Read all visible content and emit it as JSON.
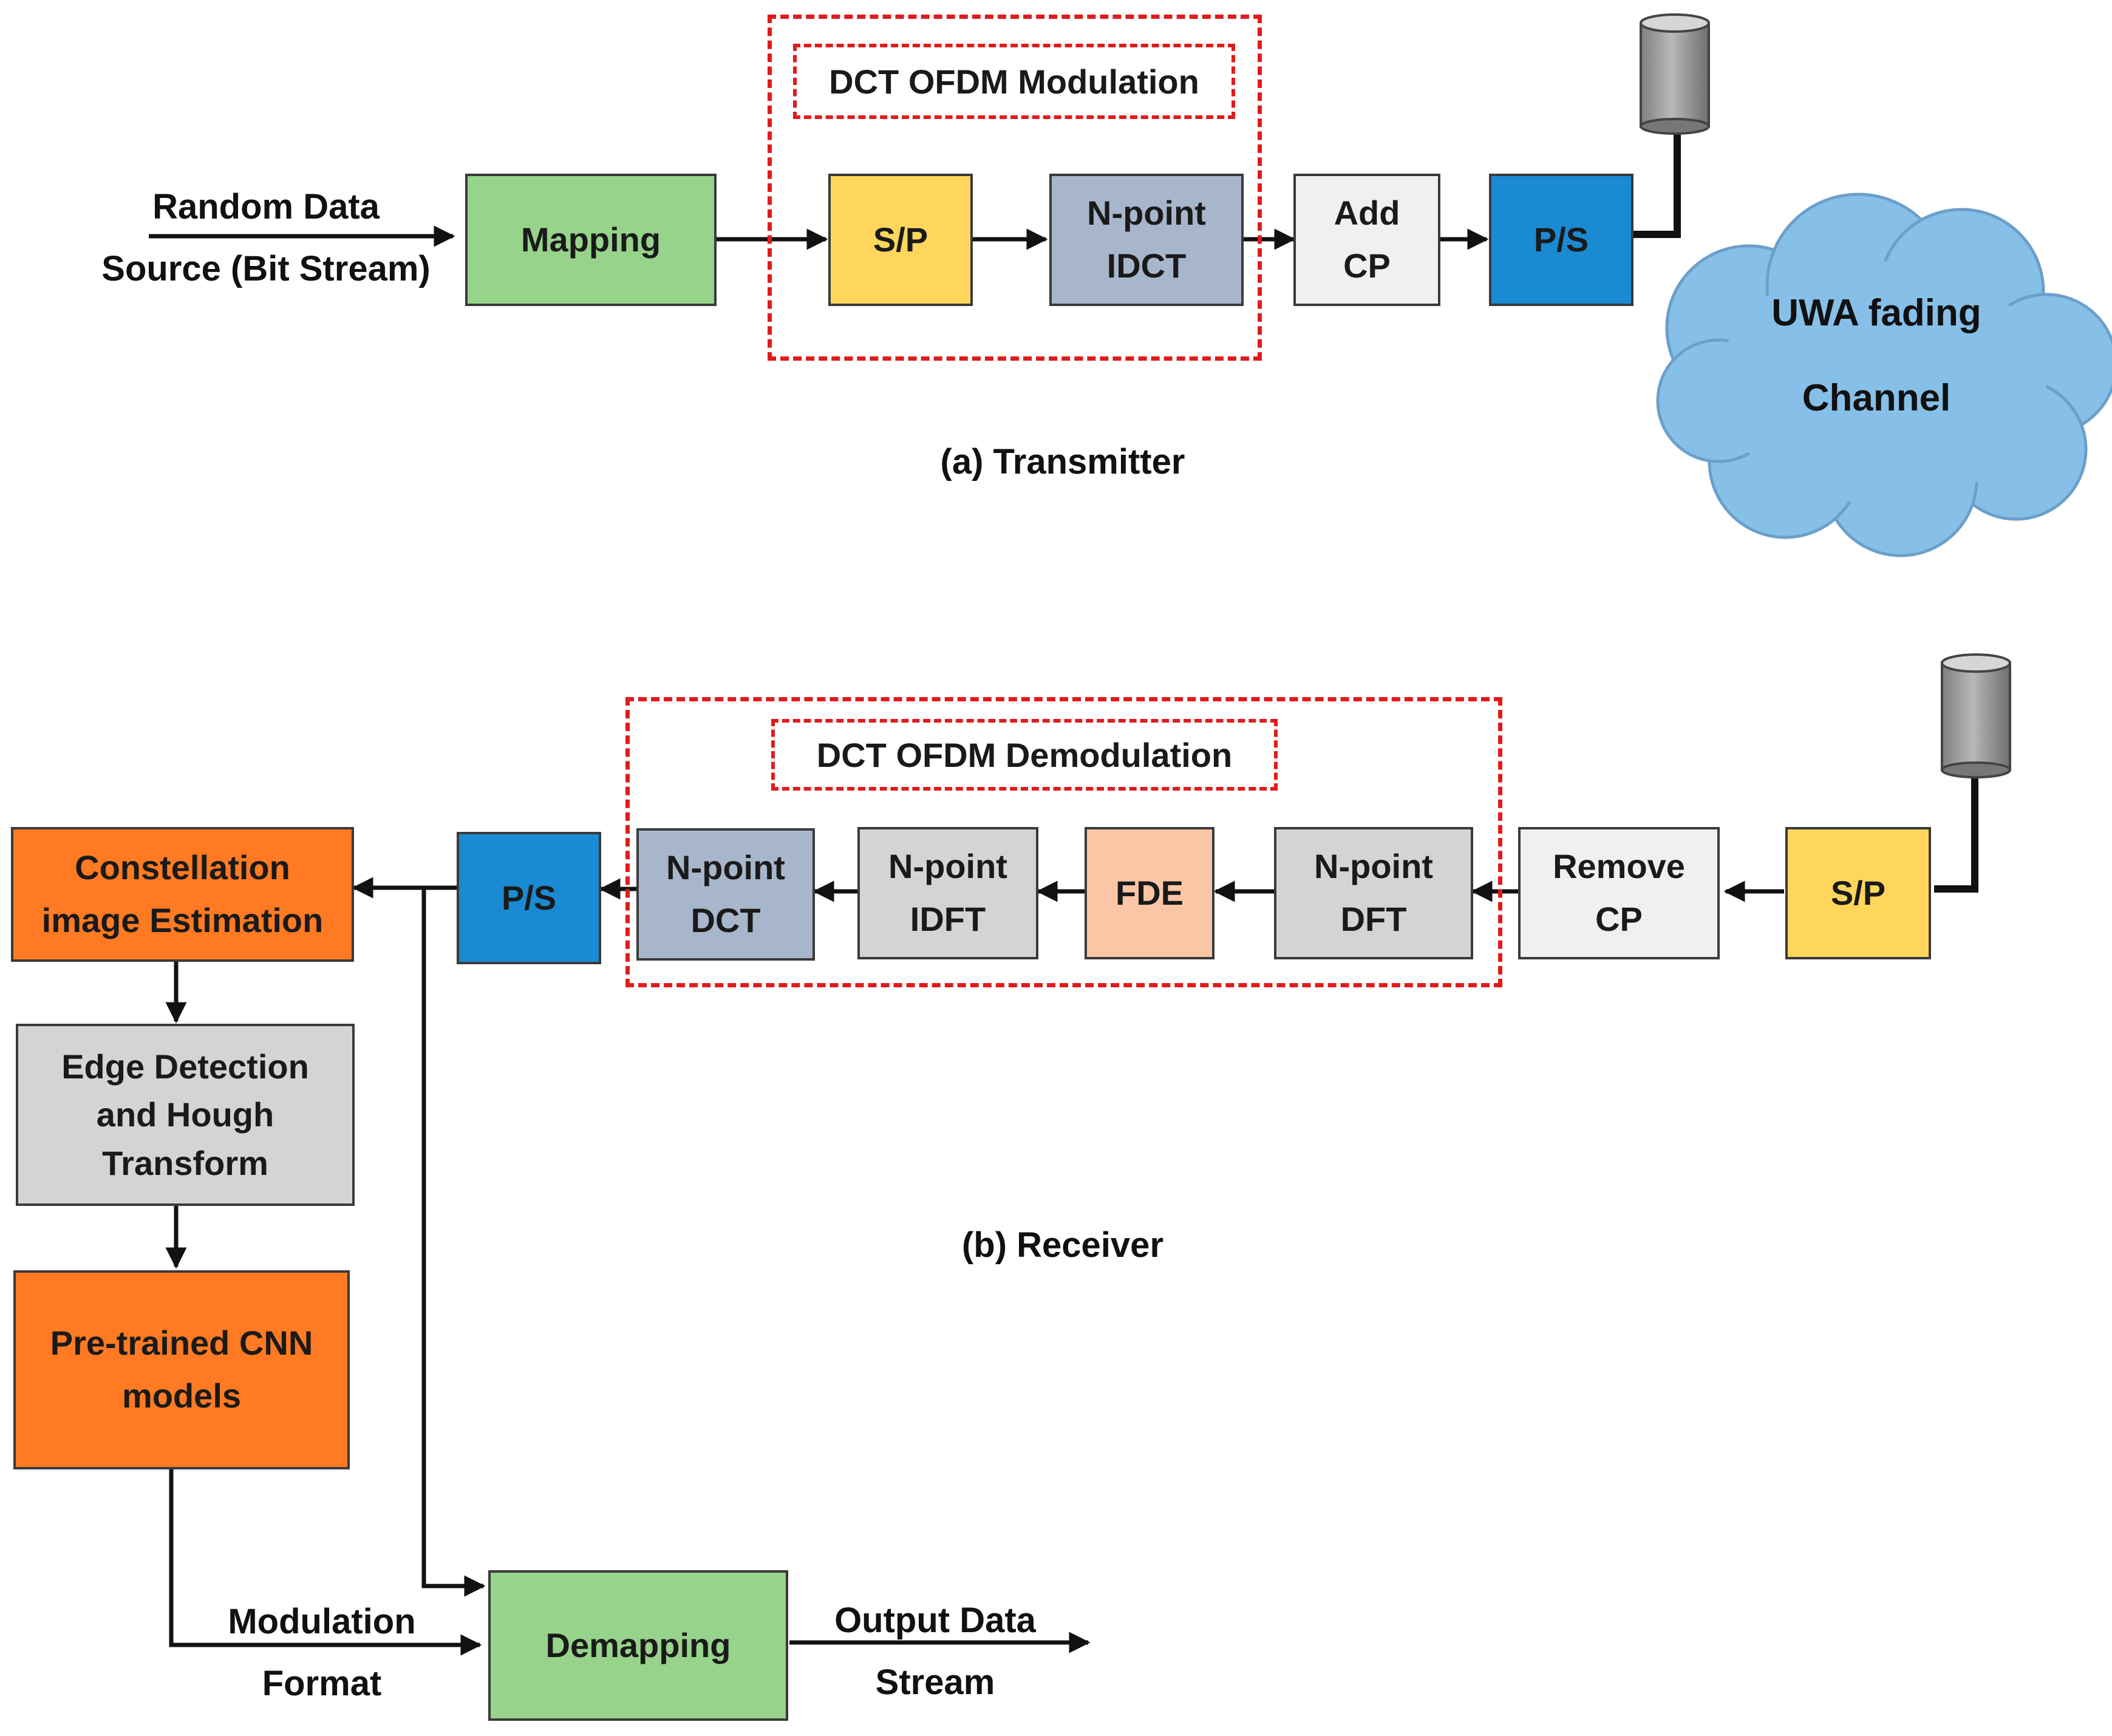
{
  "transmitter": {
    "source_label": "Random Data\nSource (Bit Stream)",
    "blocks": {
      "mapping": "Mapping",
      "sp": "S/P",
      "idct": "N-point\nIDCT",
      "add_cp": "Add\nCP",
      "ps": "P/S"
    },
    "modulation_title": "DCT OFDM Modulation",
    "caption": "(a)  Transmitter"
  },
  "channel": {
    "label": "UWA fading\nChannel"
  },
  "receiver": {
    "blocks": {
      "sp": "S/P",
      "remove_cp": "Remove\nCP",
      "dft": "N-point\nDFT",
      "fde": "FDE",
      "idft": "N-point\nIDFT",
      "dct": "N-point\nDCT",
      "ps": "P/S",
      "constellation": "Constellation\nimage Estimation",
      "edge": "Edge Detection\nand Hough\nTransform",
      "cnn": "Pre-trained CNN\nmodels",
      "demapping": "Demapping"
    },
    "demodulation_title": "DCT OFDM Demodulation",
    "caption": "(b)  Receiver",
    "modulation_format_label": "Modulation\nFormat",
    "output_label": "Output Data\nStream"
  },
  "colors": {
    "green": "#97d38a",
    "yellow": "#ffd65c",
    "slate": "#a8b6cc",
    "light_gray": "#f0f0f0",
    "blue": "#1a8ad2",
    "gray": "#d4d4d6",
    "peach": "#fbc6a5",
    "orange": "#ff7a22",
    "red_dash": "#e01b1b",
    "cloud": "#86c0e8"
  }
}
